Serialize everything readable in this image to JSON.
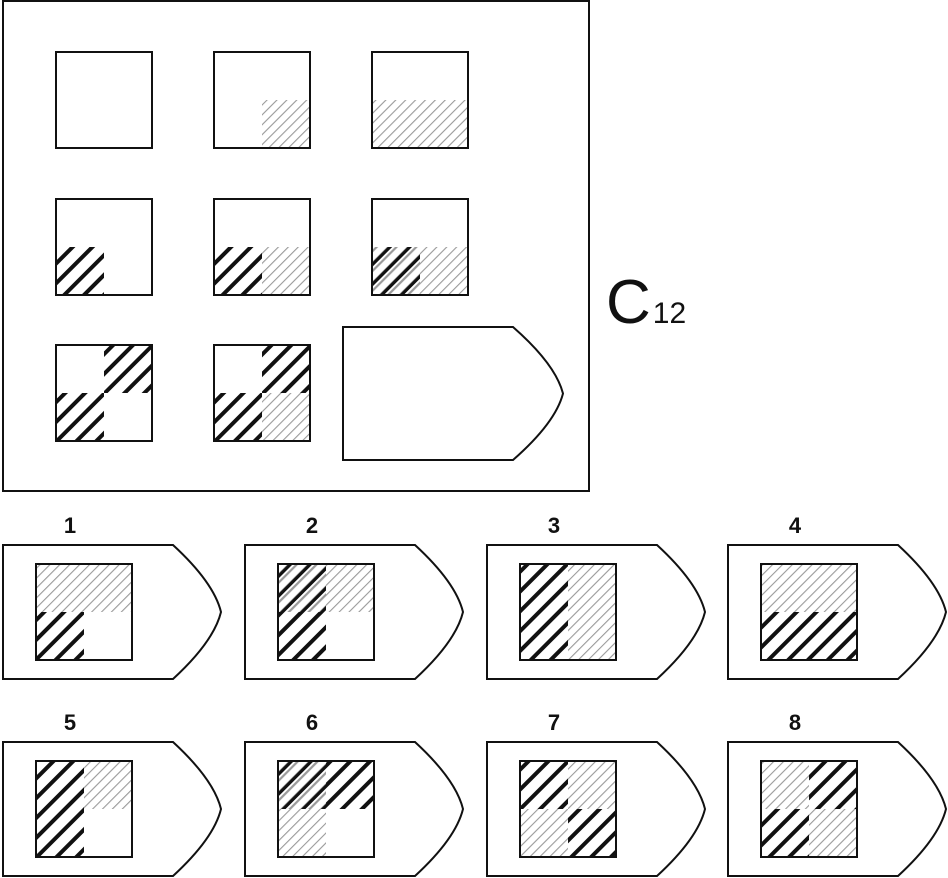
{
  "puzzle": {
    "set_letter": "C",
    "set_number": "12",
    "pattern_legend": {
      "empty": "blank",
      "L": "light fine diagonal hatching",
      "D": "dark bold diagonal hatching",
      "X": "dark hatching overlaid with light hatching"
    },
    "matrix": [
      [
        "    ",
        "   L",
        "  LL"
      ],
      [
        "  D ",
        "  DL",
        "  XL"
      ],
      [
        " DD ",
        " DDL",
        null
      ]
    ],
    "matrix_note": "Each cell string lists quadrants in order: top-left, top-right, bottom-right, bottom-left? No: order is TL, TR, BL, BR."
  },
  "options": [
    {
      "number": "1",
      "cells": [
        "LLDE"
      ]
    },
    {
      "number": "2",
      "cells": [
        "XLDE"
      ]
    },
    {
      "number": "3",
      "cells": [
        "DLDL"
      ]
    },
    {
      "number": "4",
      "cells": [
        "LLDD"
      ]
    },
    {
      "number": "5",
      "cells": [
        "DLDE"
      ]
    },
    {
      "number": "6",
      "cells": [
        "XDLE"
      ]
    },
    {
      "number": "7",
      "cells": [
        "DLLD"
      ]
    },
    {
      "number": "8",
      "cells": [
        "LDDL"
      ]
    }
  ],
  "colors": {
    "stroke": "#111111",
    "light_hatch": "#9a9a9a",
    "dark_hatch": "#111111",
    "background": "#ffffff"
  }
}
